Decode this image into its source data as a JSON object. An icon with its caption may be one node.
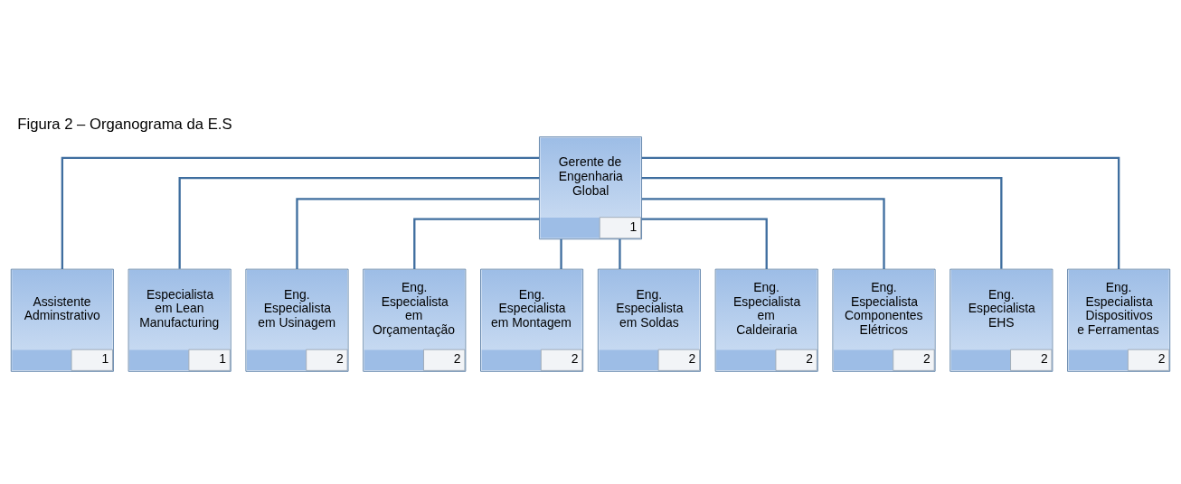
{
  "diagram": {
    "title": "Figura 2 – Organograma da E.S",
    "nodes": [
      {
        "text": [
          "Gerente de Engenharia Global",
          "1"
        ]
      },
      {
        "text": [
          "Assistente Adminstrativo",
          "1"
        ]
      },
      {
        "text": [
          "Especialista em Lean Manufacturing",
          "1"
        ]
      },
      {
        "text": [
          "Eng. Especialista em Usinagem",
          "2"
        ]
      },
      {
        "text": [
          "Eng. Especialista em Orçamentação",
          "2"
        ]
      },
      {
        "text": [
          "Eng. Especialista em Montagem",
          "2"
        ]
      },
      {
        "text": [
          "Eng. Especialista em Soldas",
          "2"
        ]
      },
      {
        "text": [
          "Eng. Especialista em Caldeiraria",
          "2"
        ]
      },
      {
        "text": [
          "Eng. Especialista Componentes Elétricos",
          "2"
        ]
      },
      {
        "text": [
          "Eng. Especialista EHS",
          "2"
        ]
      },
      {
        "text": [
          "Eng. Especialista Dispositivos e Ferramentas",
          "2"
        ]
      }
    ],
    "edges": [
      {
        "from": 0,
        "to": 1,
        "arrow": "none"
      },
      {
        "from": 0,
        "to": 2,
        "arrow": "none"
      },
      {
        "from": 0,
        "to": 3,
        "arrow": "none"
      },
      {
        "from": 0,
        "to": 4,
        "arrow": "none"
      },
      {
        "from": 0,
        "to": 5,
        "arrow": "none"
      },
      {
        "from": 0,
        "to": 6,
        "arrow": "none"
      },
      {
        "from": 0,
        "to": 7,
        "arrow": "none"
      },
      {
        "from": 0,
        "to": 8,
        "arrow": "none"
      },
      {
        "from": 0,
        "to": 9,
        "arrow": "none"
      },
      {
        "from": 0,
        "to": 10,
        "arrow": "none"
      }
    ]
  }
}
